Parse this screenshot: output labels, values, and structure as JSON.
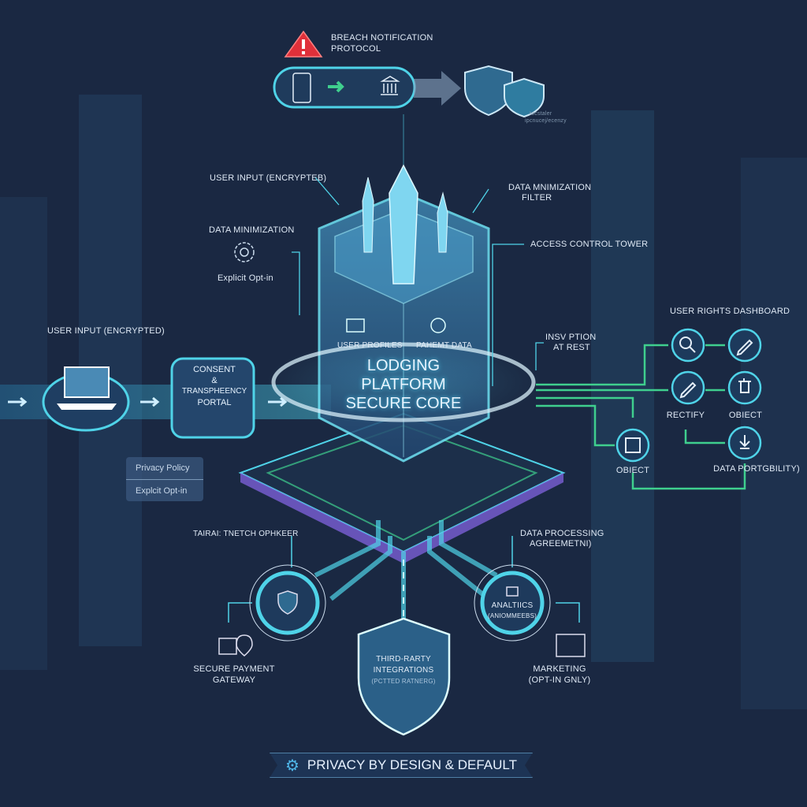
{
  "breach": {
    "title_line1": "BREACH NOTIFICATION",
    "title_line2": "PROTOCOL",
    "note_line1": "tocstaler",
    "note_line2": "ipcnucej/ecenzy"
  },
  "core": {
    "line1": "LODGING",
    "line2": "PLATFORM",
    "line3": "SECURE CORE",
    "user_profiles": "USER PROFILES",
    "payment_data": "PAHEMT DATA"
  },
  "labels": {
    "user_input_top": "USER INPUT (ENCRYPTEB)",
    "data_min": "DATA MINIMIZATION",
    "explicit_optin": "Explicit Opt-in",
    "data_min_filter_1": "DATA MNIMIZATION",
    "data_min_filter_2": "FILTER",
    "access_control": "ACCESS CONTROL TOWER",
    "encryption_1": "INSV PTION",
    "encryption_2": "AT REST",
    "user_input_left": "USER INPUT (ENCRYPTED)",
    "tainetch": "TAIRAI: TNETCH OPHKEER",
    "dpa_1": "DATA PROCESSING",
    "dpa_2": "AGREEMETNI)"
  },
  "portal": {
    "line1": "CONSENT",
    "line2": "&",
    "line3": "TRANSPHEENCY",
    "line4": "PORTAL"
  },
  "tooltip": {
    "item1": "Privacy Policy",
    "item2": "Explcit Opt-in"
  },
  "rights": {
    "title": "USER RIGHTS DASHBOARD",
    "rectify": "RECTIFY",
    "object1": "OBIECT",
    "object2": "OBIECT",
    "portability": "DATA PORTGBILITY)"
  },
  "bottom": {
    "payment_1": "SECURE PAYMENT",
    "payment_2": "GATEWAY",
    "analytics_1": "ANALTIICS",
    "analytics_2": "(ANIOMMEEBS)",
    "third_1": "THIRD-RARTY",
    "third_2": "INTEGRATIONS",
    "third_3": "(PCTTED RATNERG)",
    "marketing_1": "MARKETING",
    "marketing_2": "(OPT-IN GNLY)"
  },
  "footer": {
    "banner": "PRIVACY BY DESIGN & DEFAULT"
  },
  "colors": {
    "bg": "#1a2842",
    "cyan": "#4fd3e8",
    "green": "#3fcf8e",
    "red": "#e0303a",
    "purple": "#7a5fd6"
  }
}
